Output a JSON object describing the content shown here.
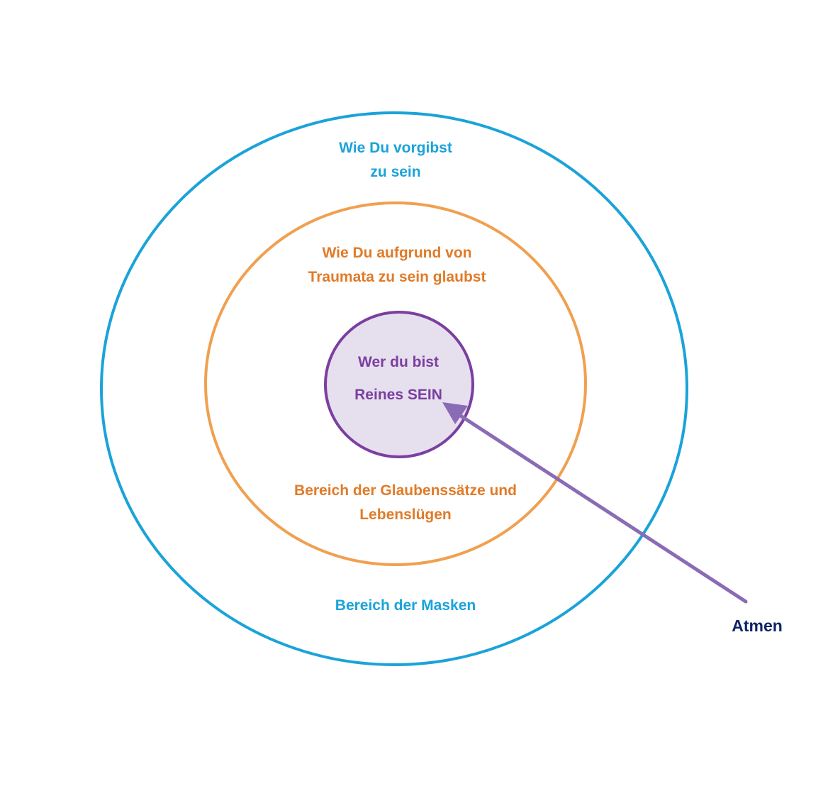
{
  "colors": {
    "outer": "#1aa3d9",
    "middle": "#f0a050",
    "middle_text": "#e07b28",
    "inner_stroke": "#7b3fa0",
    "inner_fill": "#e6e0ee",
    "inner_text": "#7b3fa0",
    "arrow": "#8a6bb5",
    "arrow_label": "#0d2563"
  },
  "outer_circle": {
    "label_top": [
      "Wie Du vorgibst",
      "zu sein"
    ],
    "label_bottom": "Bereich der Masken"
  },
  "middle_circle": {
    "label_top": [
      "Wie Du aufgrund von",
      "Traumata zu sein glaubst"
    ],
    "label_bottom": [
      "Bereich der Glaubenssätze und",
      "Lebenslügen"
    ]
  },
  "inner_circle": {
    "title": "Wer du bist",
    "subtitle": "Reines SEIN"
  },
  "arrow": {
    "label": "Atmen"
  }
}
